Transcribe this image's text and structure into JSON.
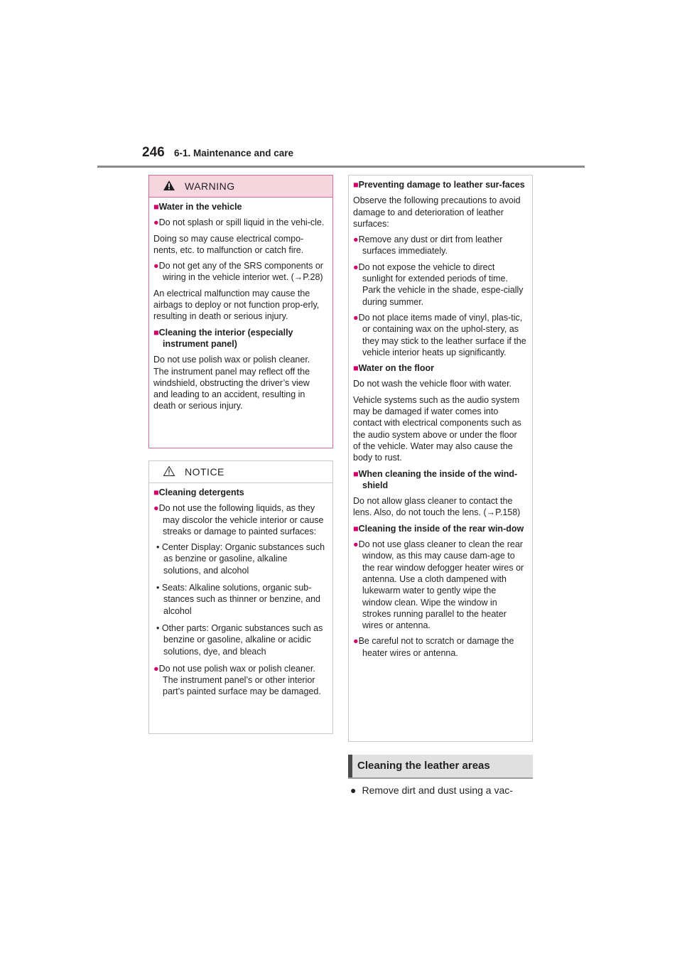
{
  "header": {
    "page_number": "246",
    "section": "6-1. Maintenance and care"
  },
  "warning": {
    "title": "WARNING",
    "items": [
      {
        "type": "h",
        "text": "Water in the vehicle"
      },
      {
        "type": "b",
        "text": "Do not splash or spill liquid in the vehi-cle."
      },
      {
        "type": "p",
        "text": "Doing so may cause electrical compo-nents, etc. to malfunction or catch fire."
      },
      {
        "type": "b",
        "text": "Do not get any of the SRS components or wiring in the vehicle interior wet. (→P.28)"
      },
      {
        "type": "p",
        "text": "An electrical malfunction may cause the airbags to deploy or not function prop-erly, resulting in death or serious injury."
      },
      {
        "type": "h",
        "text": "Cleaning the interior (especially instrument panel)"
      },
      {
        "type": "p",
        "text": "Do not use polish wax or polish cleaner. The instrument panel may reflect off the windshield, obstructing the driver’s view and leading to an accident, resulting in death or serious injury."
      }
    ]
  },
  "notice": {
    "title": "NOTICE",
    "items": [
      {
        "type": "h",
        "text": "Cleaning detergents"
      },
      {
        "type": "b",
        "text": "Do not use the following liquids, as they may discolor the vehicle interior or cause streaks or damage to painted surfaces:"
      },
      {
        "type": "d",
        "text": "Center Display: Organic substances such as benzine or gasoline, alkaline solutions, and alcohol"
      },
      {
        "type": "d",
        "text": "Seats: Alkaline solutions, organic sub-stances such as thinner or benzine, and alcohol"
      },
      {
        "type": "d",
        "text": "Other parts: Organic substances such as benzine or gasoline, alkaline or acidic solutions, dye, and bleach"
      },
      {
        "type": "b",
        "text": "Do not use polish wax or polish cleaner. The instrument panel’s or other interior part’s painted surface may be damaged."
      }
    ]
  },
  "right_box": {
    "items": [
      {
        "type": "h",
        "text": "Preventing damage to leather sur-faces"
      },
      {
        "type": "p",
        "text": "Observe the following precautions to avoid damage to and deterioration of leather surfaces:"
      },
      {
        "type": "b",
        "text": "Remove any dust or dirt from leather surfaces immediately."
      },
      {
        "type": "b",
        "text": "Do not expose the vehicle to direct sunlight for extended periods of time. Park the vehicle in the shade, espe-cially during summer."
      },
      {
        "type": "b",
        "text": "Do not place items made of vinyl, plas-tic, or containing wax on the uphol-stery, as they may stick to the leather surface if the vehicle interior heats up significantly."
      },
      {
        "type": "h",
        "text": "Water on the floor"
      },
      {
        "type": "p",
        "text": "Do not wash the vehicle floor with water."
      },
      {
        "type": "p",
        "text": "Vehicle systems such as the audio system may be damaged if water comes into contact with electrical components such as the audio system above or under the floor of the vehicle. Water may also cause the body to rust."
      },
      {
        "type": "h",
        "text": "When cleaning the inside of the wind-shield"
      },
      {
        "type": "p",
        "text": "Do not allow glass cleaner to contact the lens. Also, do not touch the lens. (→P.158)"
      },
      {
        "type": "h",
        "text": "Cleaning the inside of the rear win-dow"
      },
      {
        "type": "b",
        "text": "Do not use glass cleaner to clean the rear window, as this may cause dam-age to the rear window defogger heater wires or antenna. Use a cloth dampened with lukewarm water to gently wipe the window clean. Wipe the window in strokes running parallel to the heater wires or antenna."
      },
      {
        "type": "b",
        "text": "Be careful not to scratch or damage the heater wires or antenna."
      }
    ]
  },
  "leather_section": {
    "heading": "Cleaning the leather areas",
    "bullet_glyph": "●",
    "bullet": "Remove dirt and dust using a vac-"
  },
  "glyphs": {
    "heading_marker": "■",
    "bullet_marker": "●",
    "dash_marker": "•"
  },
  "colors": {
    "accent": "#d4006a",
    "warning_bg": "#f5d6df"
  }
}
